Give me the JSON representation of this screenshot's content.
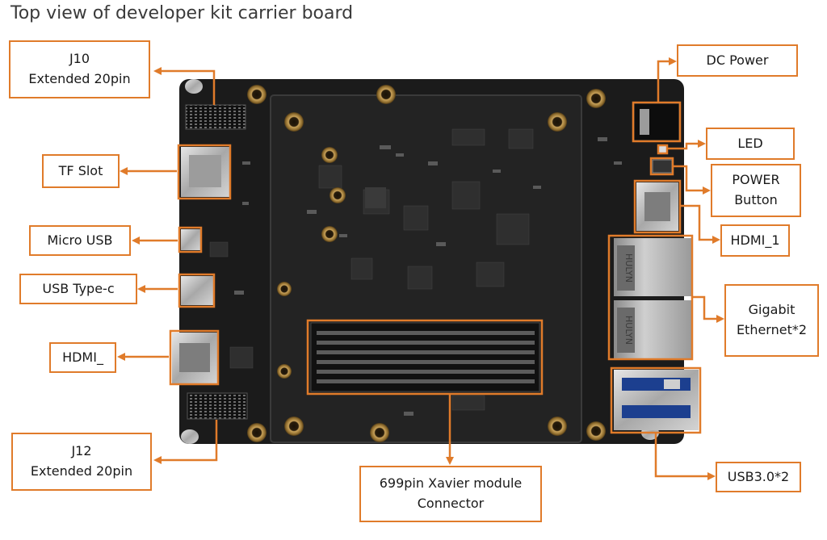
{
  "title": "Top view of developer kit carrier board",
  "labels": {
    "j10_line1": "J10",
    "j10_line2": "Extended 20pin",
    "tf_slot": "TF Slot",
    "micro_usb": "Micro USB",
    "usb_type_c": "USB Type-c",
    "hdmi_left": "HDMI_",
    "j12_line1": "J12",
    "j12_line2": "Extended 20pin",
    "xavier_line1": "699pin Xavier module",
    "xavier_line2": "Connector",
    "dc_power": "DC Power",
    "led": "LED",
    "power_line1": "POWER",
    "power_line2": "Button",
    "hdmi_1": "HDMI_1",
    "gigabit_line1": "Gigabit",
    "gigabit_line2": "Ethernet*2",
    "usb3": "USB3.0*2"
  },
  "colors": {
    "accent": "#e07b2a",
    "board": "#1b1b1b"
  },
  "rj45_text": "HULYN"
}
